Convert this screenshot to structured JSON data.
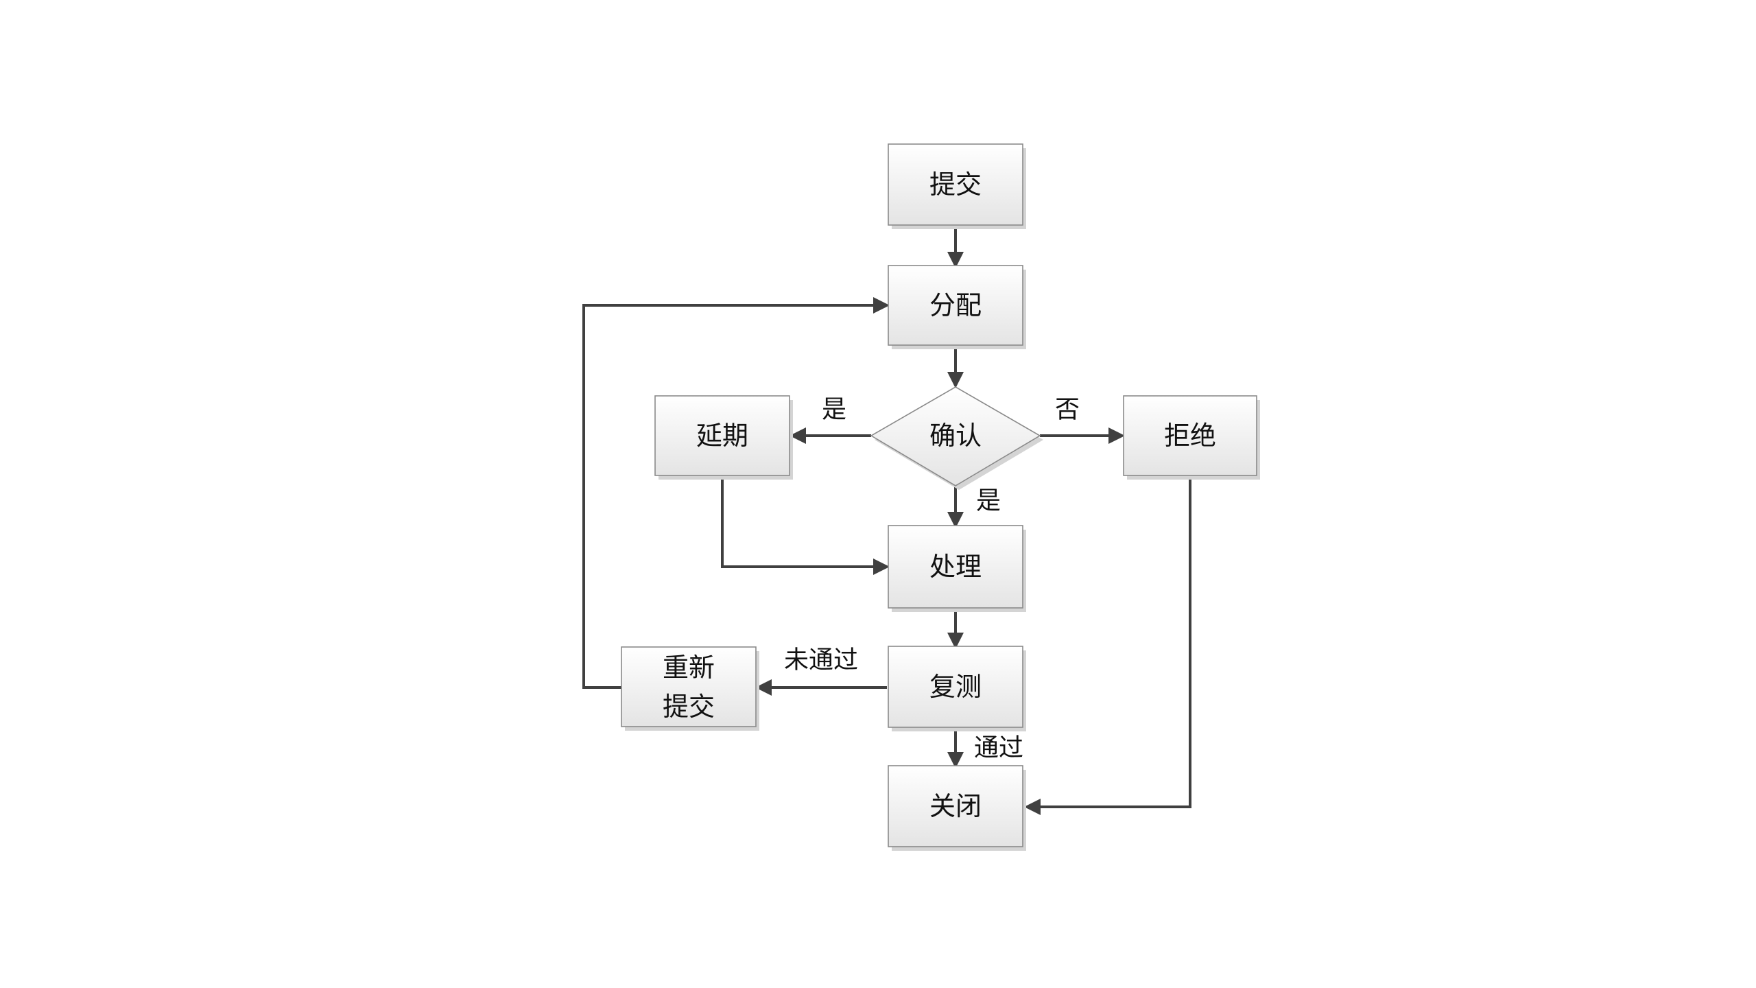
{
  "nodes": {
    "submit": "提交",
    "assign": "分配",
    "confirm": "确认",
    "defer": "延期",
    "reject": "拒绝",
    "process": "处理",
    "retest": "复测",
    "resubmit_line1": "重新",
    "resubmit_line2": "提交",
    "close": "关闭"
  },
  "edge_labels": {
    "confirm_to_defer": "是",
    "confirm_to_reject": "否",
    "confirm_to_process": "是",
    "retest_to_resubmit": "未通过",
    "retest_to_close": "通过"
  },
  "colors": {
    "box_fill_top": "#ffffff",
    "box_fill_bottom": "#e6e6e6",
    "box_border": "#8a8a8a",
    "edge": "#404040",
    "text": "#111111"
  }
}
